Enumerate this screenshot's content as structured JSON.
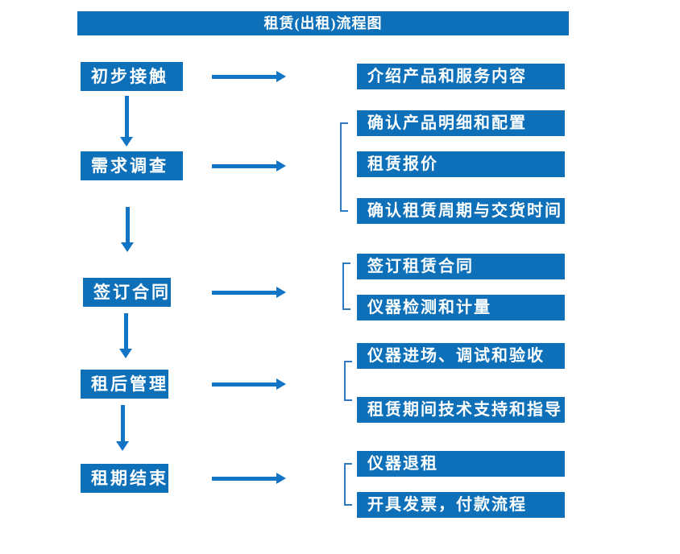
{
  "title": "租赁(出租)流程图",
  "colors": {
    "primary_blue": "#0d70b8",
    "arrow_blue": "#1174c4",
    "bracket_blue": "#2e79c0",
    "text": "#ffffff",
    "background": "#ffffff"
  },
  "flow": {
    "steps": [
      {
        "label": "初步接触",
        "outputs": [
          "介绍产品和服务内容"
        ]
      },
      {
        "label": "需求调查",
        "outputs": [
          "确认产品明细和配置",
          "租赁报价",
          "确认租赁周期与交货时间"
        ]
      },
      {
        "label": "签订合同",
        "outputs": [
          "签订租赁合同",
          "仪器检测和计量"
        ]
      },
      {
        "label": "租后管理",
        "outputs": [
          "仪器进场、调试和验收",
          "租赁期间技术支持和指导"
        ]
      },
      {
        "label": "租期结束",
        "outputs": [
          "仪器退租",
          "开具发票，付款流程"
        ]
      }
    ]
  }
}
